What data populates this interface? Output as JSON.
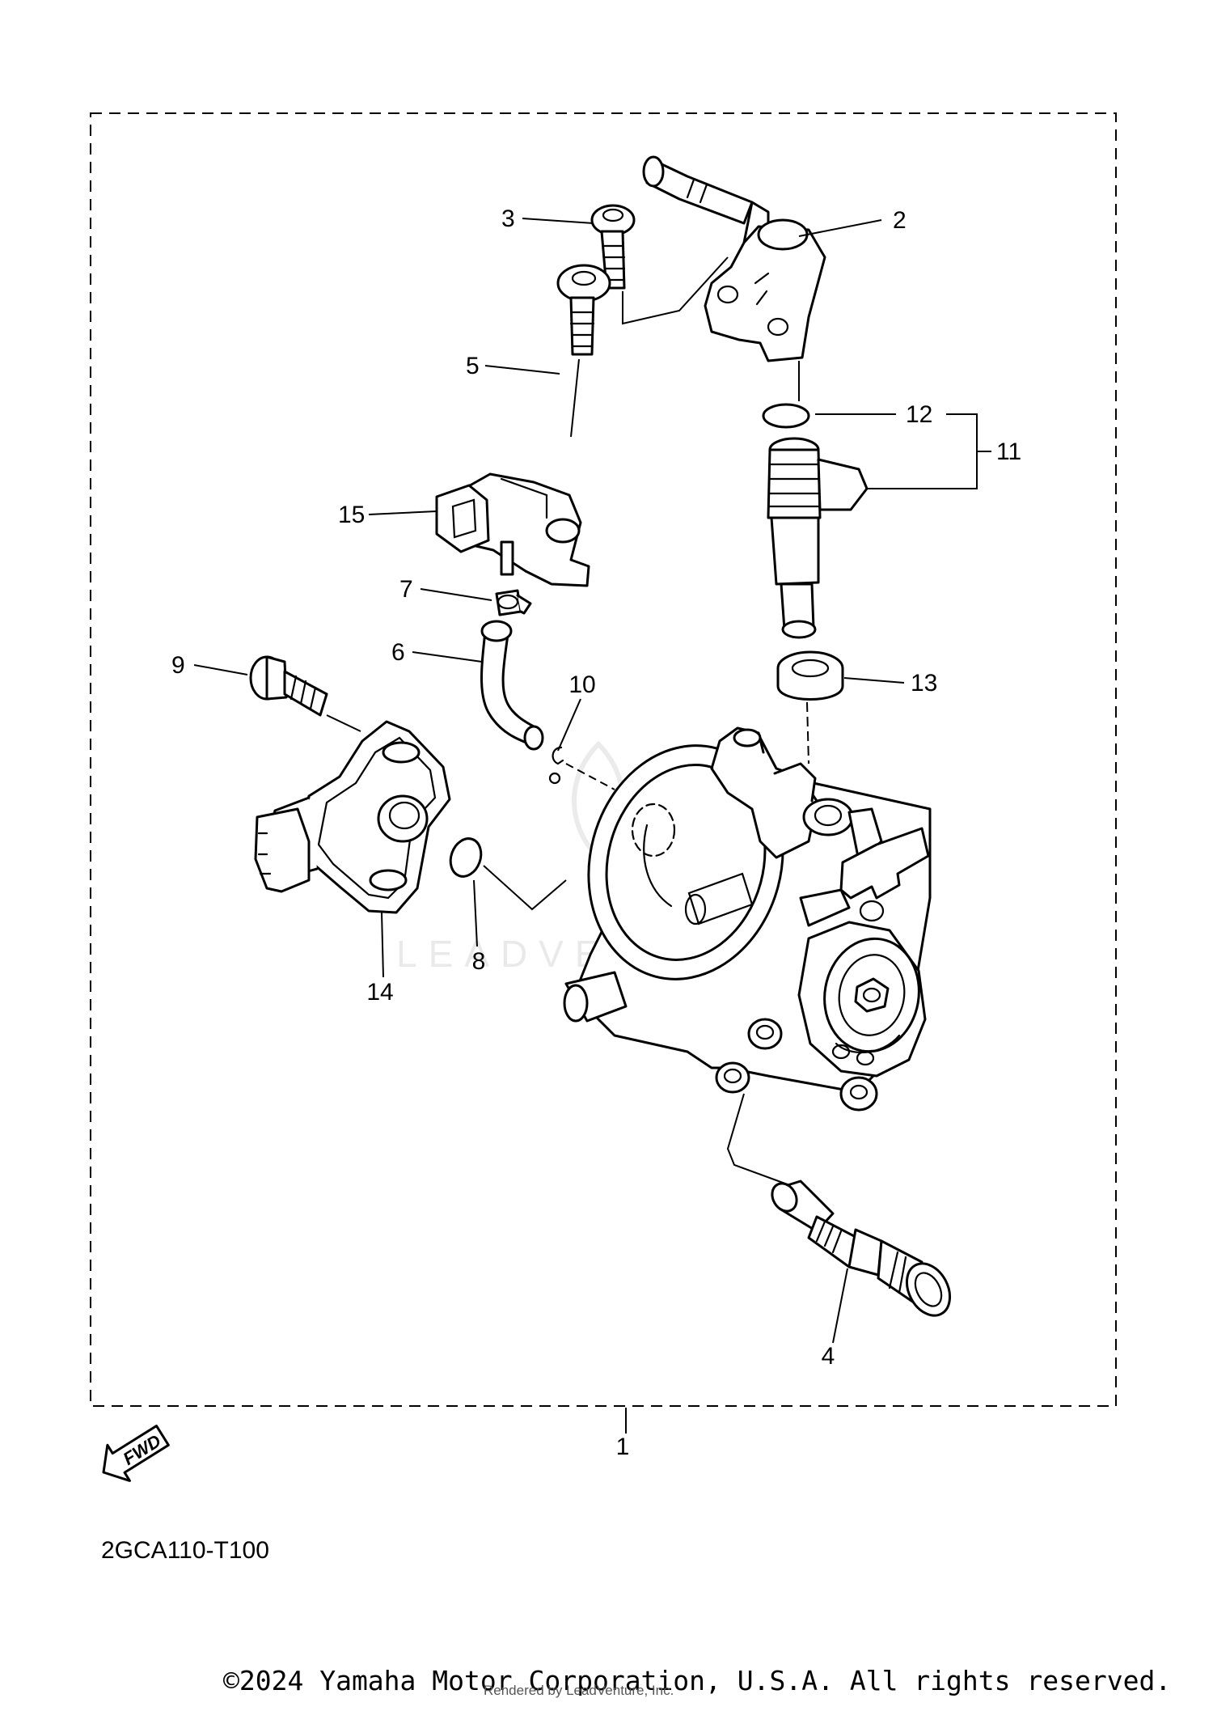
{
  "diagram": {
    "code": "2GCA110-T100",
    "direction_marker": "FWD",
    "watermark": "LEADVENTURE",
    "callouts": [
      {
        "id": "callout-1",
        "number": "1",
        "part": "throttle-body-assembly"
      },
      {
        "id": "callout-2",
        "number": "2",
        "part": "fuel-hose-joint"
      },
      {
        "id": "callout-3",
        "number": "3",
        "part": "bolt"
      },
      {
        "id": "callout-4",
        "number": "4",
        "part": "idle-adjust-screw"
      },
      {
        "id": "callout-5",
        "number": "5",
        "part": "bolt"
      },
      {
        "id": "callout-6",
        "number": "6",
        "part": "hose"
      },
      {
        "id": "callout-7",
        "number": "7",
        "part": "clip"
      },
      {
        "id": "callout-8",
        "number": "8",
        "part": "o-ring"
      },
      {
        "id": "callout-9",
        "number": "9",
        "part": "screw"
      },
      {
        "id": "callout-10",
        "number": "10",
        "part": "circlip"
      },
      {
        "id": "callout-11",
        "number": "11",
        "part": "injector-assembly"
      },
      {
        "id": "callout-12",
        "number": "12",
        "part": "o-ring"
      },
      {
        "id": "callout-13",
        "number": "13",
        "part": "seal"
      },
      {
        "id": "callout-14",
        "number": "14",
        "part": "throttle-position-sensor"
      },
      {
        "id": "callout-15",
        "number": "15",
        "part": "intake-pressure-sensor"
      }
    ]
  },
  "footer": {
    "copyright": "©2024 Yamaha Motor Corporation, U.S.A. All rights reserved.",
    "rendered_by": "Rendered by LeadVenture, Inc."
  }
}
